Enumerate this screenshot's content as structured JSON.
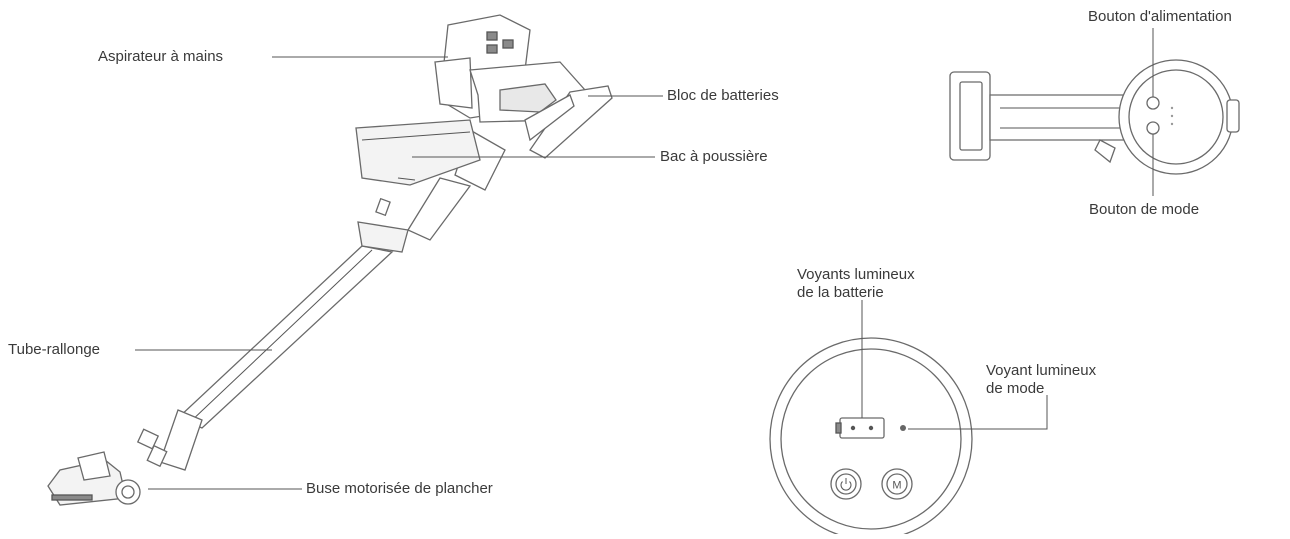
{
  "labels": {
    "handheld": "Aspirateur à mains",
    "battery_pack": "Bloc de batteries",
    "dust_bin": "Bac à poussière",
    "extension_tube": "Tube-rallonge",
    "floor_nozzle": "Buse motorisée de plancher",
    "power_button": "Bouton d'alimentation",
    "mode_button": "Bouton de mode",
    "battery_lights": [
      "Voyants lumineux",
      "de la batterie"
    ],
    "mode_light": [
      "Voyant lumineux",
      "de mode"
    ]
  },
  "icons": {
    "power_button_glyph": "power-icon",
    "mode_button_glyph": "M"
  }
}
